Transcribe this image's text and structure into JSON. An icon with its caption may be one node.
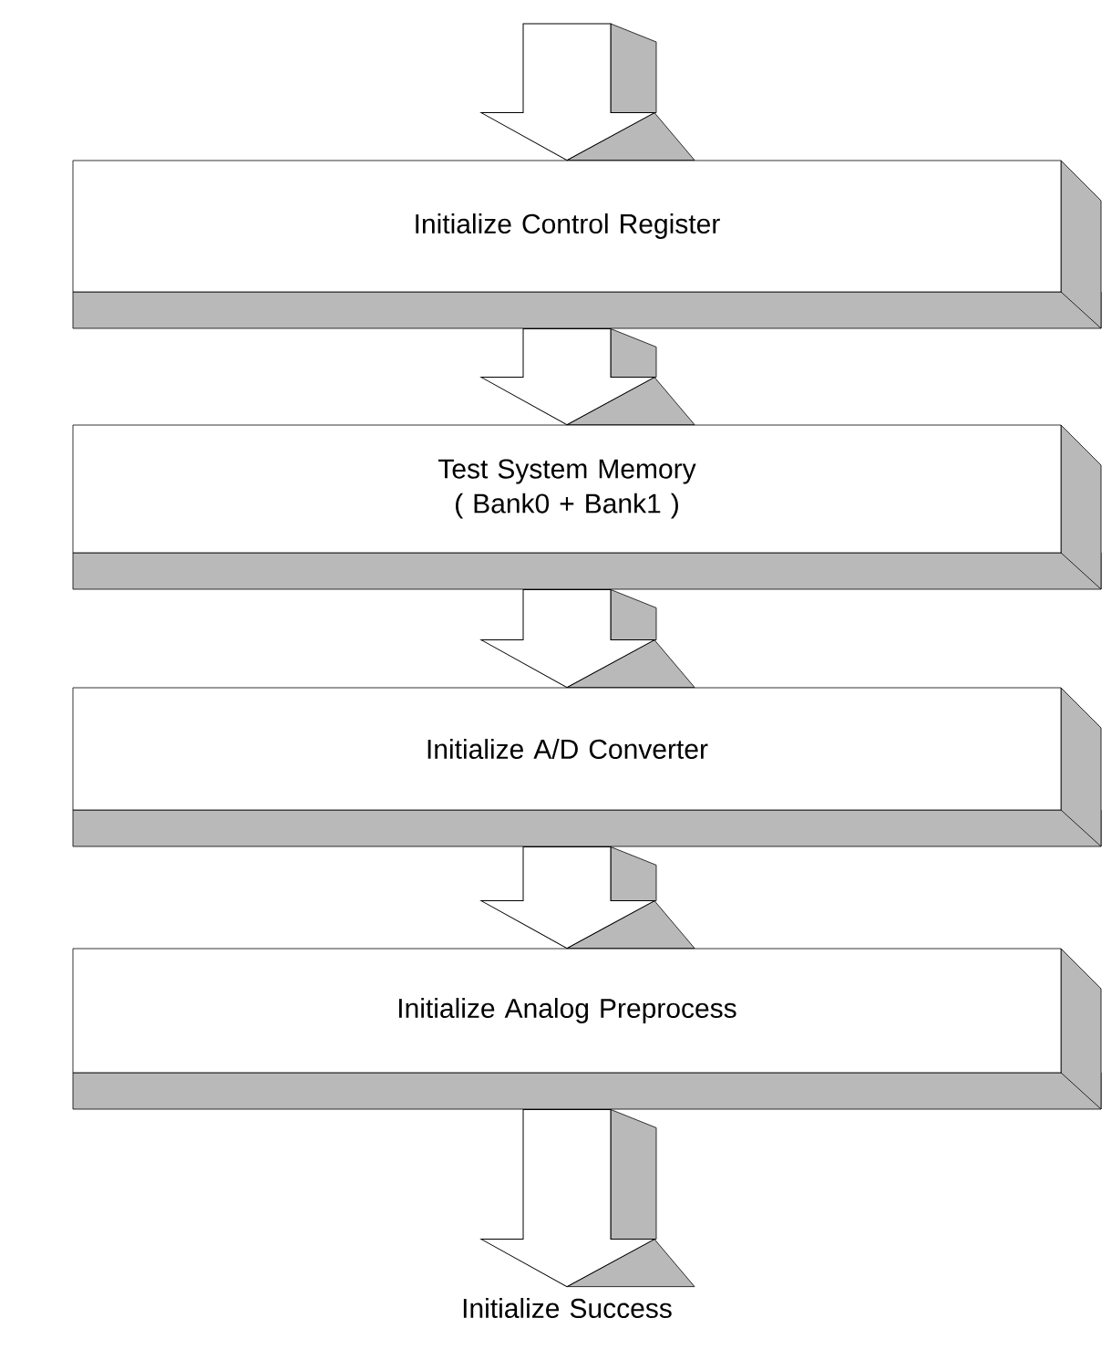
{
  "diagram": {
    "nodes": [
      {
        "text": [
          "Initialize Control Register"
        ]
      },
      {
        "text": [
          "Test System Memory ( Bank0 + Bank1 )"
        ]
      },
      {
        "text": [
          "Initialize A/D Converter"
        ]
      },
      {
        "text": [
          "Initialize Analog Preprocess"
        ]
      },
      {
        "text": [
          "Initialize Success"
        ]
      }
    ],
    "edges": [
      {
        "from": null,
        "to": 0,
        "arrow": "to"
      },
      {
        "from": 0,
        "to": 1,
        "arrow": "to"
      },
      {
        "from": 1,
        "to": 2,
        "arrow": "to"
      },
      {
        "from": 2,
        "to": 3,
        "arrow": "to"
      },
      {
        "from": 3,
        "to": 4,
        "arrow": "to"
      }
    ]
  }
}
